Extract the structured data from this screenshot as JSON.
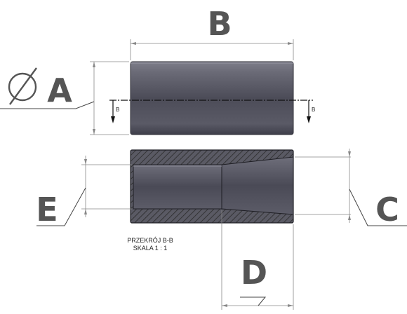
{
  "labels": {
    "a": "A",
    "b": "B",
    "c": "C",
    "d": "D",
    "e": "E"
  },
  "section": {
    "arrow_label": "B",
    "title": "PRZEKRÓJ B-B",
    "scale": "SKALA 1 : 1"
  },
  "colors": {
    "body_dark": "#4d4d59",
    "body_light": "#8a8a96",
    "hatch": "#2a2a2a",
    "label_gray": "#555555"
  }
}
